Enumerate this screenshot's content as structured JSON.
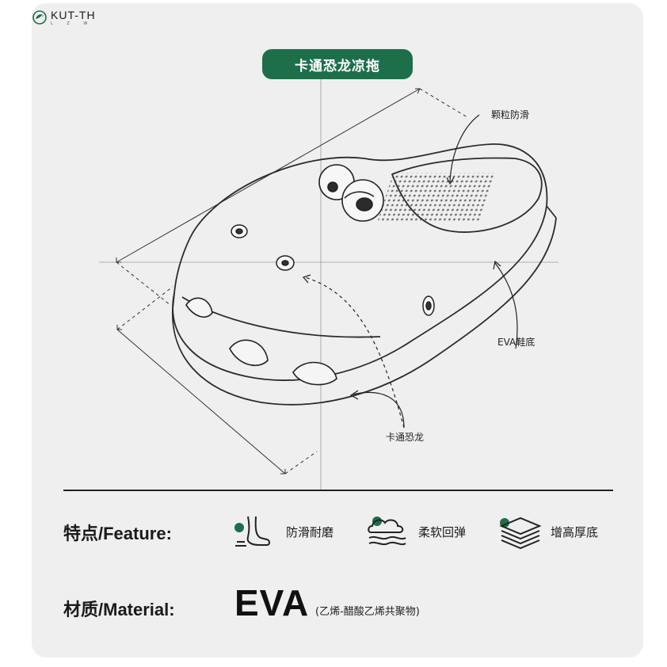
{
  "brand": {
    "name": "KUT-TH",
    "sub": "L Z W"
  },
  "title": "卡通恐龙凉拖",
  "callouts": {
    "anti_slip_grain": "颗粒防滑",
    "eva_sole": "EVA鞋底",
    "cartoon_dino": "卡通恐龙"
  },
  "feature": {
    "label": "特点/Feature:",
    "items": [
      {
        "icon": "foot-icon",
        "label": "防滑耐磨"
      },
      {
        "icon": "cloud-cushion-icon",
        "label": "柔软回弹"
      },
      {
        "icon": "layers-icon",
        "label": "增高厚底"
      }
    ]
  },
  "material": {
    "label": "材质/Material:",
    "value": "EVA",
    "note": "(乙烯-醋酸乙烯共聚物)"
  },
  "colors": {
    "accent": "#1d6f4a",
    "card": "#efefef",
    "ink": "#1a1a1a"
  }
}
